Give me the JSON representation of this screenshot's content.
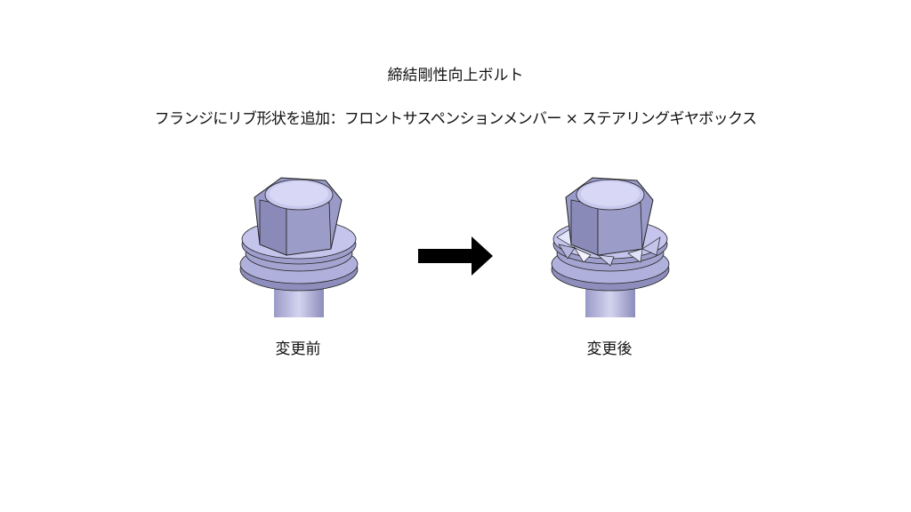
{
  "title": "締結剛性向上ボルト",
  "subtitle": "フランジにリブ形状を追加：フロントサスペンションメンバー × ステアリングギヤボックス",
  "before_label": "変更前",
  "after_label": "変更後",
  "colors": {
    "bolt": "#b8b8e0",
    "bolt_dark": "#8a8ab8",
    "arrow": "#000000"
  }
}
